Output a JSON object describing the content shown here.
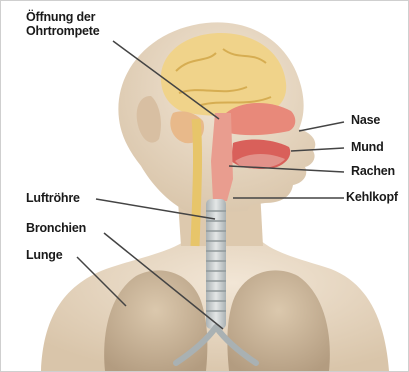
{
  "labels": {
    "oeffnung_line1": "Öffnung der",
    "oeffnung_line2": "Ohrtrompete",
    "nase": "Nase",
    "mund": "Mund",
    "rachen": "Rachen",
    "kehlkopf": "Kehlkopf",
    "luftroehre": "Luftröhre",
    "bronchien": "Bronchien",
    "lunge": "Lunge"
  },
  "colors": {
    "skin": "#e9d9c4",
    "skin_shadow": "#cdb79c",
    "brain": "#efd27f",
    "spine": "#e7c56a",
    "cavity": "#e8897a",
    "mouth": "#d9605a",
    "trachea": "#bfc6c7",
    "lung": "#c9b49a",
    "leader": "#444444"
  }
}
